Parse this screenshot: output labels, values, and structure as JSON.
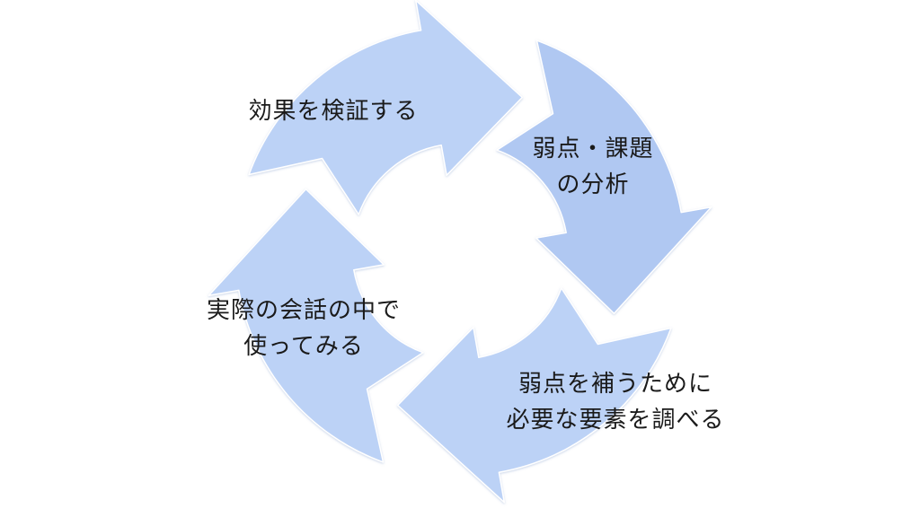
{
  "diagram": {
    "type": "cycle",
    "colors": {
      "arrow_fill_light": "#bcd2f6",
      "arrow_fill_dark": "#b0c8f2",
      "arrow_edge": "#ffffff",
      "text": "#1a1a1a",
      "background": "#ffffff"
    },
    "steps": [
      {
        "lines": [
          "効果を検証する"
        ]
      },
      {
        "lines": [
          "弱点・課題",
          "の分析"
        ]
      },
      {
        "lines": [
          "弱点を補うために",
          "必要な要素を調べる"
        ]
      },
      {
        "lines": [
          "実際の会話の中で",
          "使ってみる"
        ]
      }
    ]
  }
}
